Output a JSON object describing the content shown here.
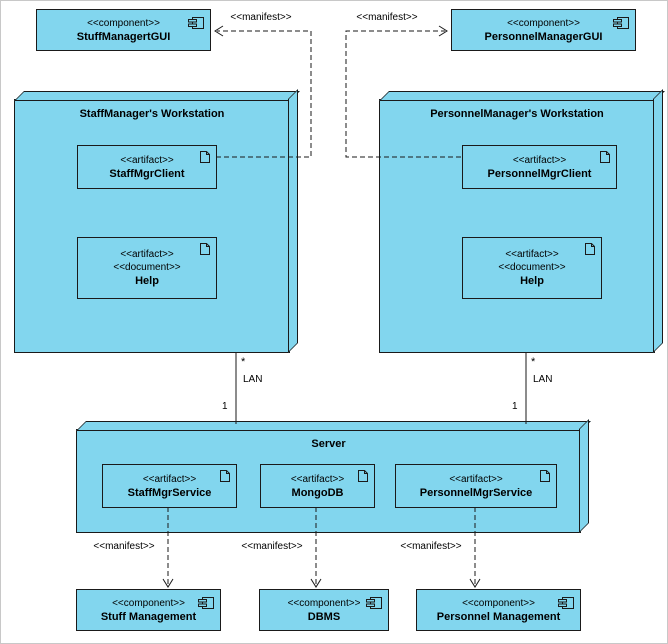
{
  "colors": {
    "fill": "#82d6ee",
    "line": "#1a1a1a",
    "background": "#ffffff"
  },
  "components_top": [
    {
      "stereotype": "<<component>>",
      "name": "StuffManagertGUI"
    },
    {
      "stereotype": "<<component>>",
      "name": "PersonnelManagerGUI"
    }
  ],
  "nodes": {
    "staff_workstation": {
      "title": "StaffManager's Workstation",
      "artifacts": [
        {
          "stereotype": "<<artifact>>",
          "name": "StaffMgrClient"
        },
        {
          "stereotype": "<<artifact>>",
          "stereotype2": "<<document>>",
          "name": "Help"
        }
      ]
    },
    "personnel_workstation": {
      "title": "PersonnelManager's Workstation",
      "artifacts": [
        {
          "stereotype": "<<artifact>>",
          "name": "PersonnelMgrClient"
        },
        {
          "stereotype": "<<artifact>>",
          "stereotype2": "<<document>>",
          "name": "Help"
        }
      ]
    },
    "server": {
      "title": "Server",
      "artifacts": [
        {
          "stereotype": "<<artifact>>",
          "name": "StaffMgrService"
        },
        {
          "stereotype": "<<artifact>>",
          "name": "MongoDB"
        },
        {
          "stereotype": "<<artifact>>",
          "name": "PersonnelMgrService"
        }
      ]
    }
  },
  "components_bottom": [
    {
      "stereotype": "<<component>>",
      "name": "Stuff Management"
    },
    {
      "stereotype": "<<component>>",
      "name": "DBMS"
    },
    {
      "stereotype": "<<component>>",
      "name": "Personnel Management"
    }
  ],
  "manifest_links": [
    {
      "label": "<<manifest>>",
      "from": "StaffMgrClient",
      "to": "StuffManagertGUI"
    },
    {
      "label": "<<manifest>>",
      "from": "PersonnelMgrClient",
      "to": "PersonnelManagerGUI"
    },
    {
      "label": "<<manifest>>",
      "from": "StaffMgrService",
      "to": "Stuff Management"
    },
    {
      "label": "<<manifest>>",
      "from": "MongoDB",
      "to": "DBMS"
    },
    {
      "label": "<<manifest>>",
      "from": "PersonnelMgrService",
      "to": "Personnel Management"
    }
  ],
  "lan_links": [
    {
      "label": "LAN",
      "workstation_end_multiplicity": "*",
      "server_end_multiplicity": "1"
    },
    {
      "label": "LAN",
      "workstation_end_multiplicity": "*",
      "server_end_multiplicity": "1"
    }
  ]
}
